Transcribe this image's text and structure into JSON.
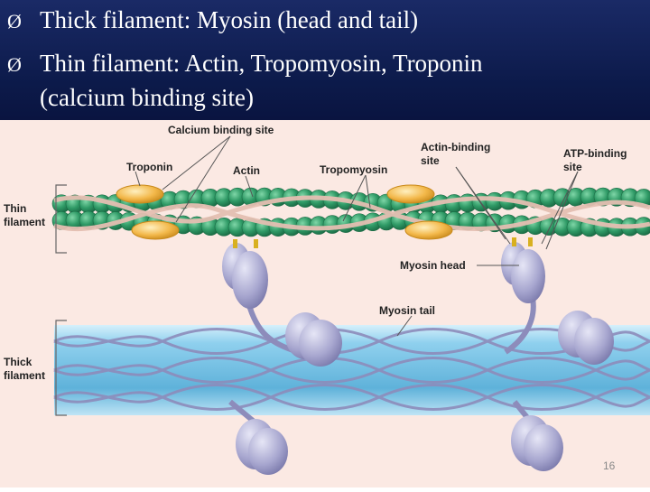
{
  "bullets": [
    {
      "marker": "Ø",
      "text": "Thick filament: Myosin (head and tail)"
    },
    {
      "marker": "Ø",
      "text": "Thin filament: Actin, Tropomyosin, Troponin"
    }
  ],
  "bullet2_continuation": "(calcium binding site)",
  "labels": {
    "calcium_binding_site": "Calcium binding site",
    "troponin": "Troponin",
    "actin": "Actin",
    "tropomyosin": "Tropomyosin",
    "actin_binding_site_1": "Actin-binding",
    "actin_binding_site_2": "site",
    "atp_binding_site_1": "ATP-binding",
    "atp_binding_site_2": "site",
    "thin_filament_1": "Thin",
    "thin_filament_2": "filament",
    "thick_filament_1": "Thick",
    "thick_filament_2": "filament",
    "myosin_head": "Myosin head",
    "myosin_tail": "Myosin tail"
  },
  "slide_number": "16",
  "colors": {
    "header_bg": "#0c1a4a",
    "figure_bg": "#fbe9e3",
    "actin": "#2f9a66",
    "tropomyosin": "#e8c8be",
    "troponin": "#f3b84a",
    "myosin": "#a7a6cf",
    "thick_core": "#8fc9e6"
  }
}
